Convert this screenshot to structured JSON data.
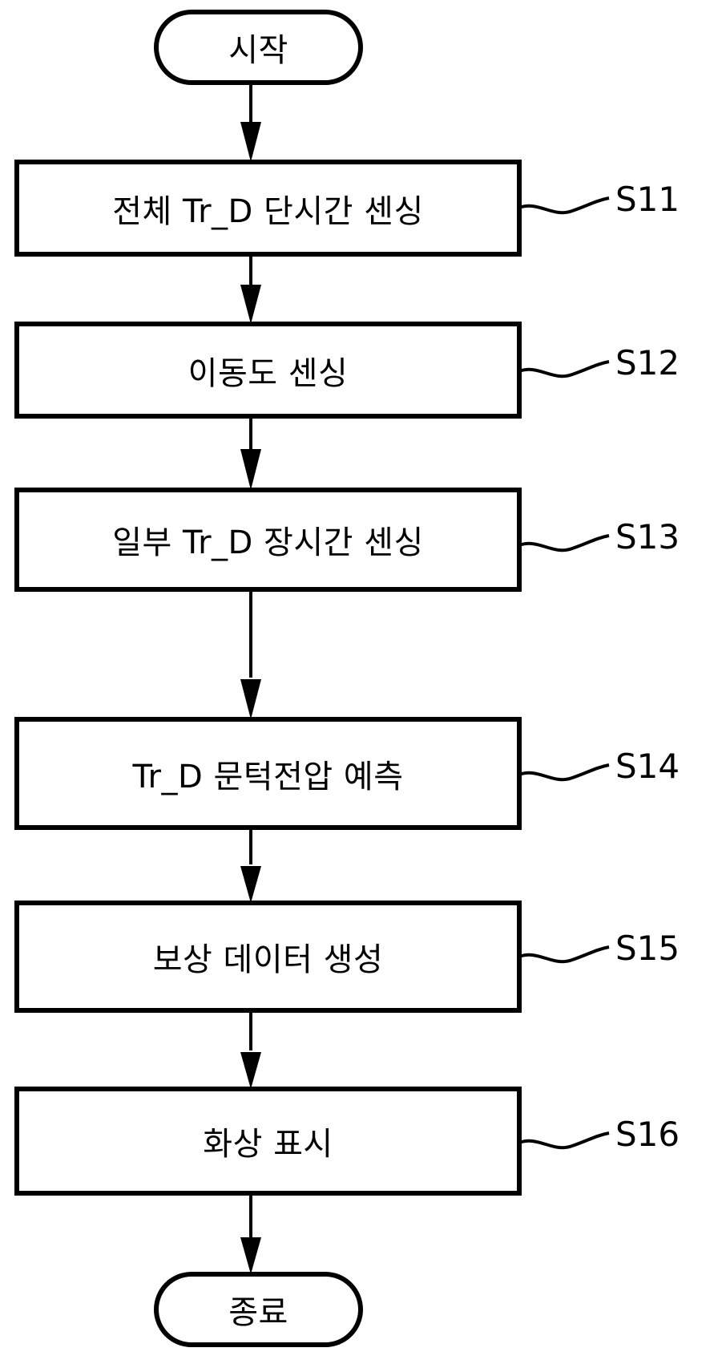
{
  "figure": {
    "type": "flowchart",
    "orientation": "vertical",
    "stroke_color": "#000000",
    "background_color": "#ffffff"
  },
  "nodes": {
    "start": {
      "label": "시작",
      "shape": "terminator"
    },
    "end": {
      "label": "종료",
      "shape": "terminator"
    },
    "steps": [
      {
        "label": "전체 Tr_D 단시간 센싱",
        "ref": "S11",
        "shape": "process"
      },
      {
        "label": "이동도 센싱",
        "ref": "S12",
        "shape": "process"
      },
      {
        "label": "일부 Tr_D 장시간 센싱",
        "ref": "S13",
        "shape": "process"
      },
      {
        "label": "Tr_D 문턱전압 예측",
        "ref": "S14",
        "shape": "process"
      },
      {
        "label": "보상 데이터 생성",
        "ref": "S15",
        "shape": "process"
      },
      {
        "label": "화상 표시",
        "ref": "S16",
        "shape": "process"
      }
    ]
  },
  "connectors": {
    "arrow_icon": "down-arrow-icon",
    "leader_icon": "wavy-leader-line-icon",
    "count": 7
  }
}
